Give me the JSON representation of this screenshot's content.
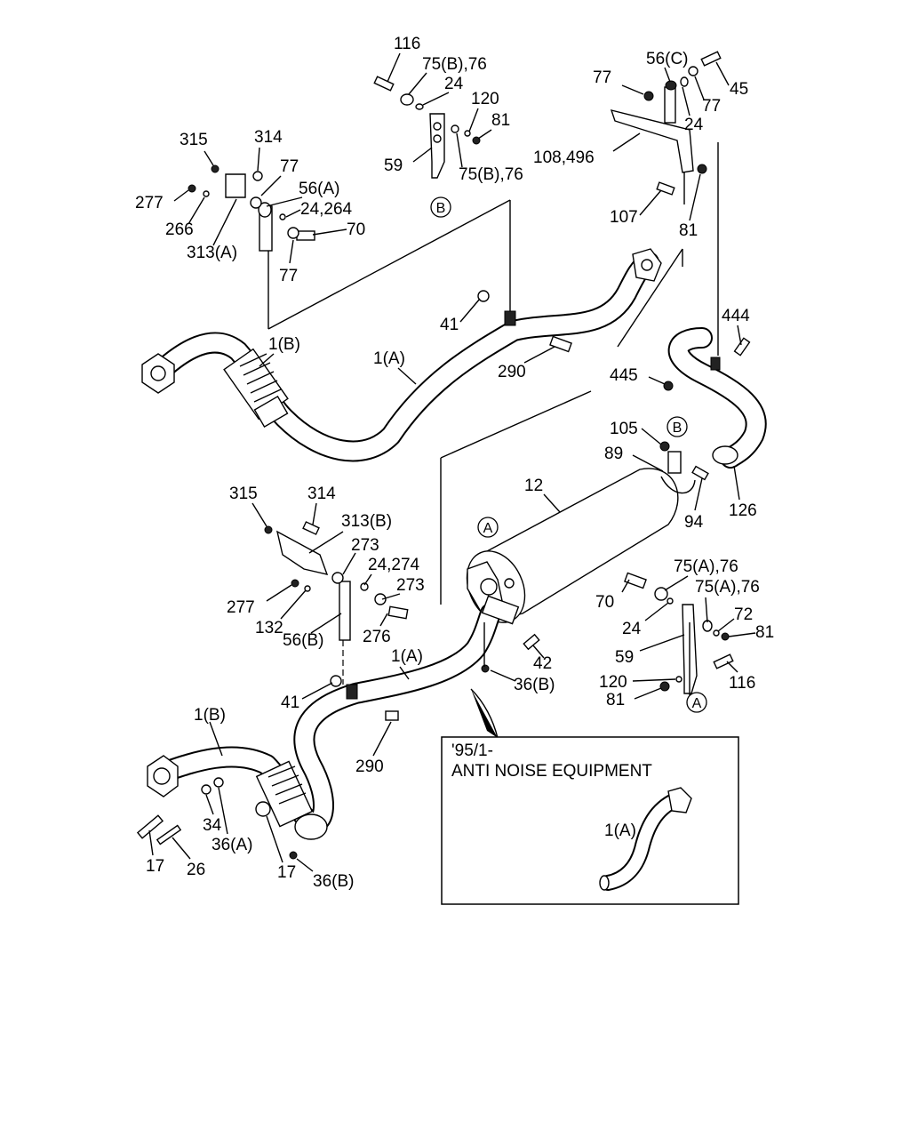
{
  "inset": {
    "title_line1": "'95/1-",
    "title_line2": "ANTI NOISE EQUIPMENT",
    "part_label": "1(A)"
  },
  "circle_labels": [
    "B",
    "B",
    "A",
    "A"
  ],
  "labels": [
    "116",
    "75(B),76",
    "24",
    "120",
    "81",
    "59",
    "75(B),76",
    "315",
    "314",
    "77",
    "56(A)",
    "24,264",
    "70",
    "277",
    "266",
    "313(A)",
    "77",
    "56(C)",
    "45",
    "77",
    "77",
    "24",
    "108,496",
    "107",
    "81",
    "41",
    "290",
    "1(B)",
    "1(A)",
    "444",
    "445",
    "105",
    "89",
    "94",
    "126",
    "12",
    "315",
    "314",
    "313(B)",
    "273",
    "24,274",
    "273",
    "277",
    "132",
    "56(B)",
    "276",
    "70",
    "75(A),76",
    "75(A),76",
    "24",
    "72",
    "81",
    "59",
    "42",
    "36(B)",
    "120",
    "81",
    "116",
    "41",
    "1(A)",
    "1(B)",
    "290",
    "34",
    "36(A)",
    "17",
    "26",
    "17",
    "36(B)"
  ]
}
